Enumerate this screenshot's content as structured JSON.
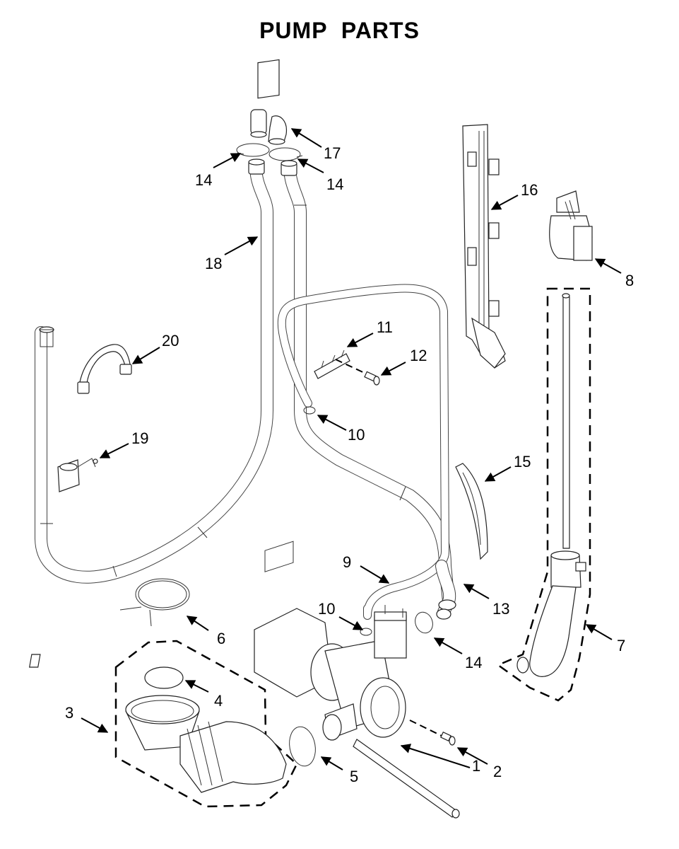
{
  "title": "PUMP PARTS",
  "callouts": [
    {
      "id": "c1",
      "number": "1"
    },
    {
      "id": "c2",
      "number": "2"
    },
    {
      "id": "c3",
      "number": "3"
    },
    {
      "id": "c4",
      "number": "4"
    },
    {
      "id": "c5",
      "number": "5"
    },
    {
      "id": "c6",
      "number": "6"
    },
    {
      "id": "c7",
      "number": "7"
    },
    {
      "id": "c8",
      "number": "8"
    },
    {
      "id": "c9",
      "number": "9"
    },
    {
      "id": "c10a",
      "number": "10"
    },
    {
      "id": "c10b",
      "number": "10"
    },
    {
      "id": "c11",
      "number": "11"
    },
    {
      "id": "c12",
      "number": "12"
    },
    {
      "id": "c13",
      "number": "13"
    },
    {
      "id": "c14a",
      "number": "14"
    },
    {
      "id": "c14b",
      "number": "14"
    },
    {
      "id": "c14c",
      "number": "14"
    },
    {
      "id": "c15",
      "number": "15"
    },
    {
      "id": "c16",
      "number": "16"
    },
    {
      "id": "c17",
      "number": "17"
    },
    {
      "id": "c18",
      "number": "18"
    },
    {
      "id": "c19",
      "number": "19"
    },
    {
      "id": "c20",
      "number": "20"
    }
  ]
}
